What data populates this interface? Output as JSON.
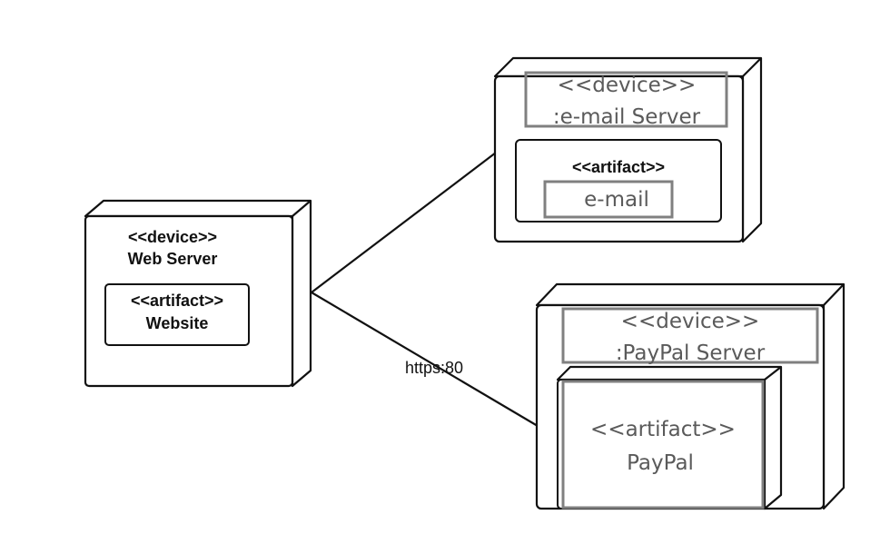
{
  "nodes": {
    "web_server": {
      "stereotype": "<<device>>",
      "name": "Web Server",
      "artifact": {
        "stereotype": "<<artifact>>",
        "name": "Website"
      }
    },
    "email_server": {
      "stereotype": "<<device>>",
      "name": ":e-mail Server",
      "artifact": {
        "stereotype": "<<artifact>>",
        "name": "e-mail"
      }
    },
    "paypal_server": {
      "stereotype": "<<device>>",
      "name": ":PayPal Server",
      "artifact": {
        "stereotype": "<<artifact>>",
        "name": "PayPal"
      }
    }
  },
  "edges": {
    "web_to_paypal": {
      "label": "https:80"
    }
  }
}
